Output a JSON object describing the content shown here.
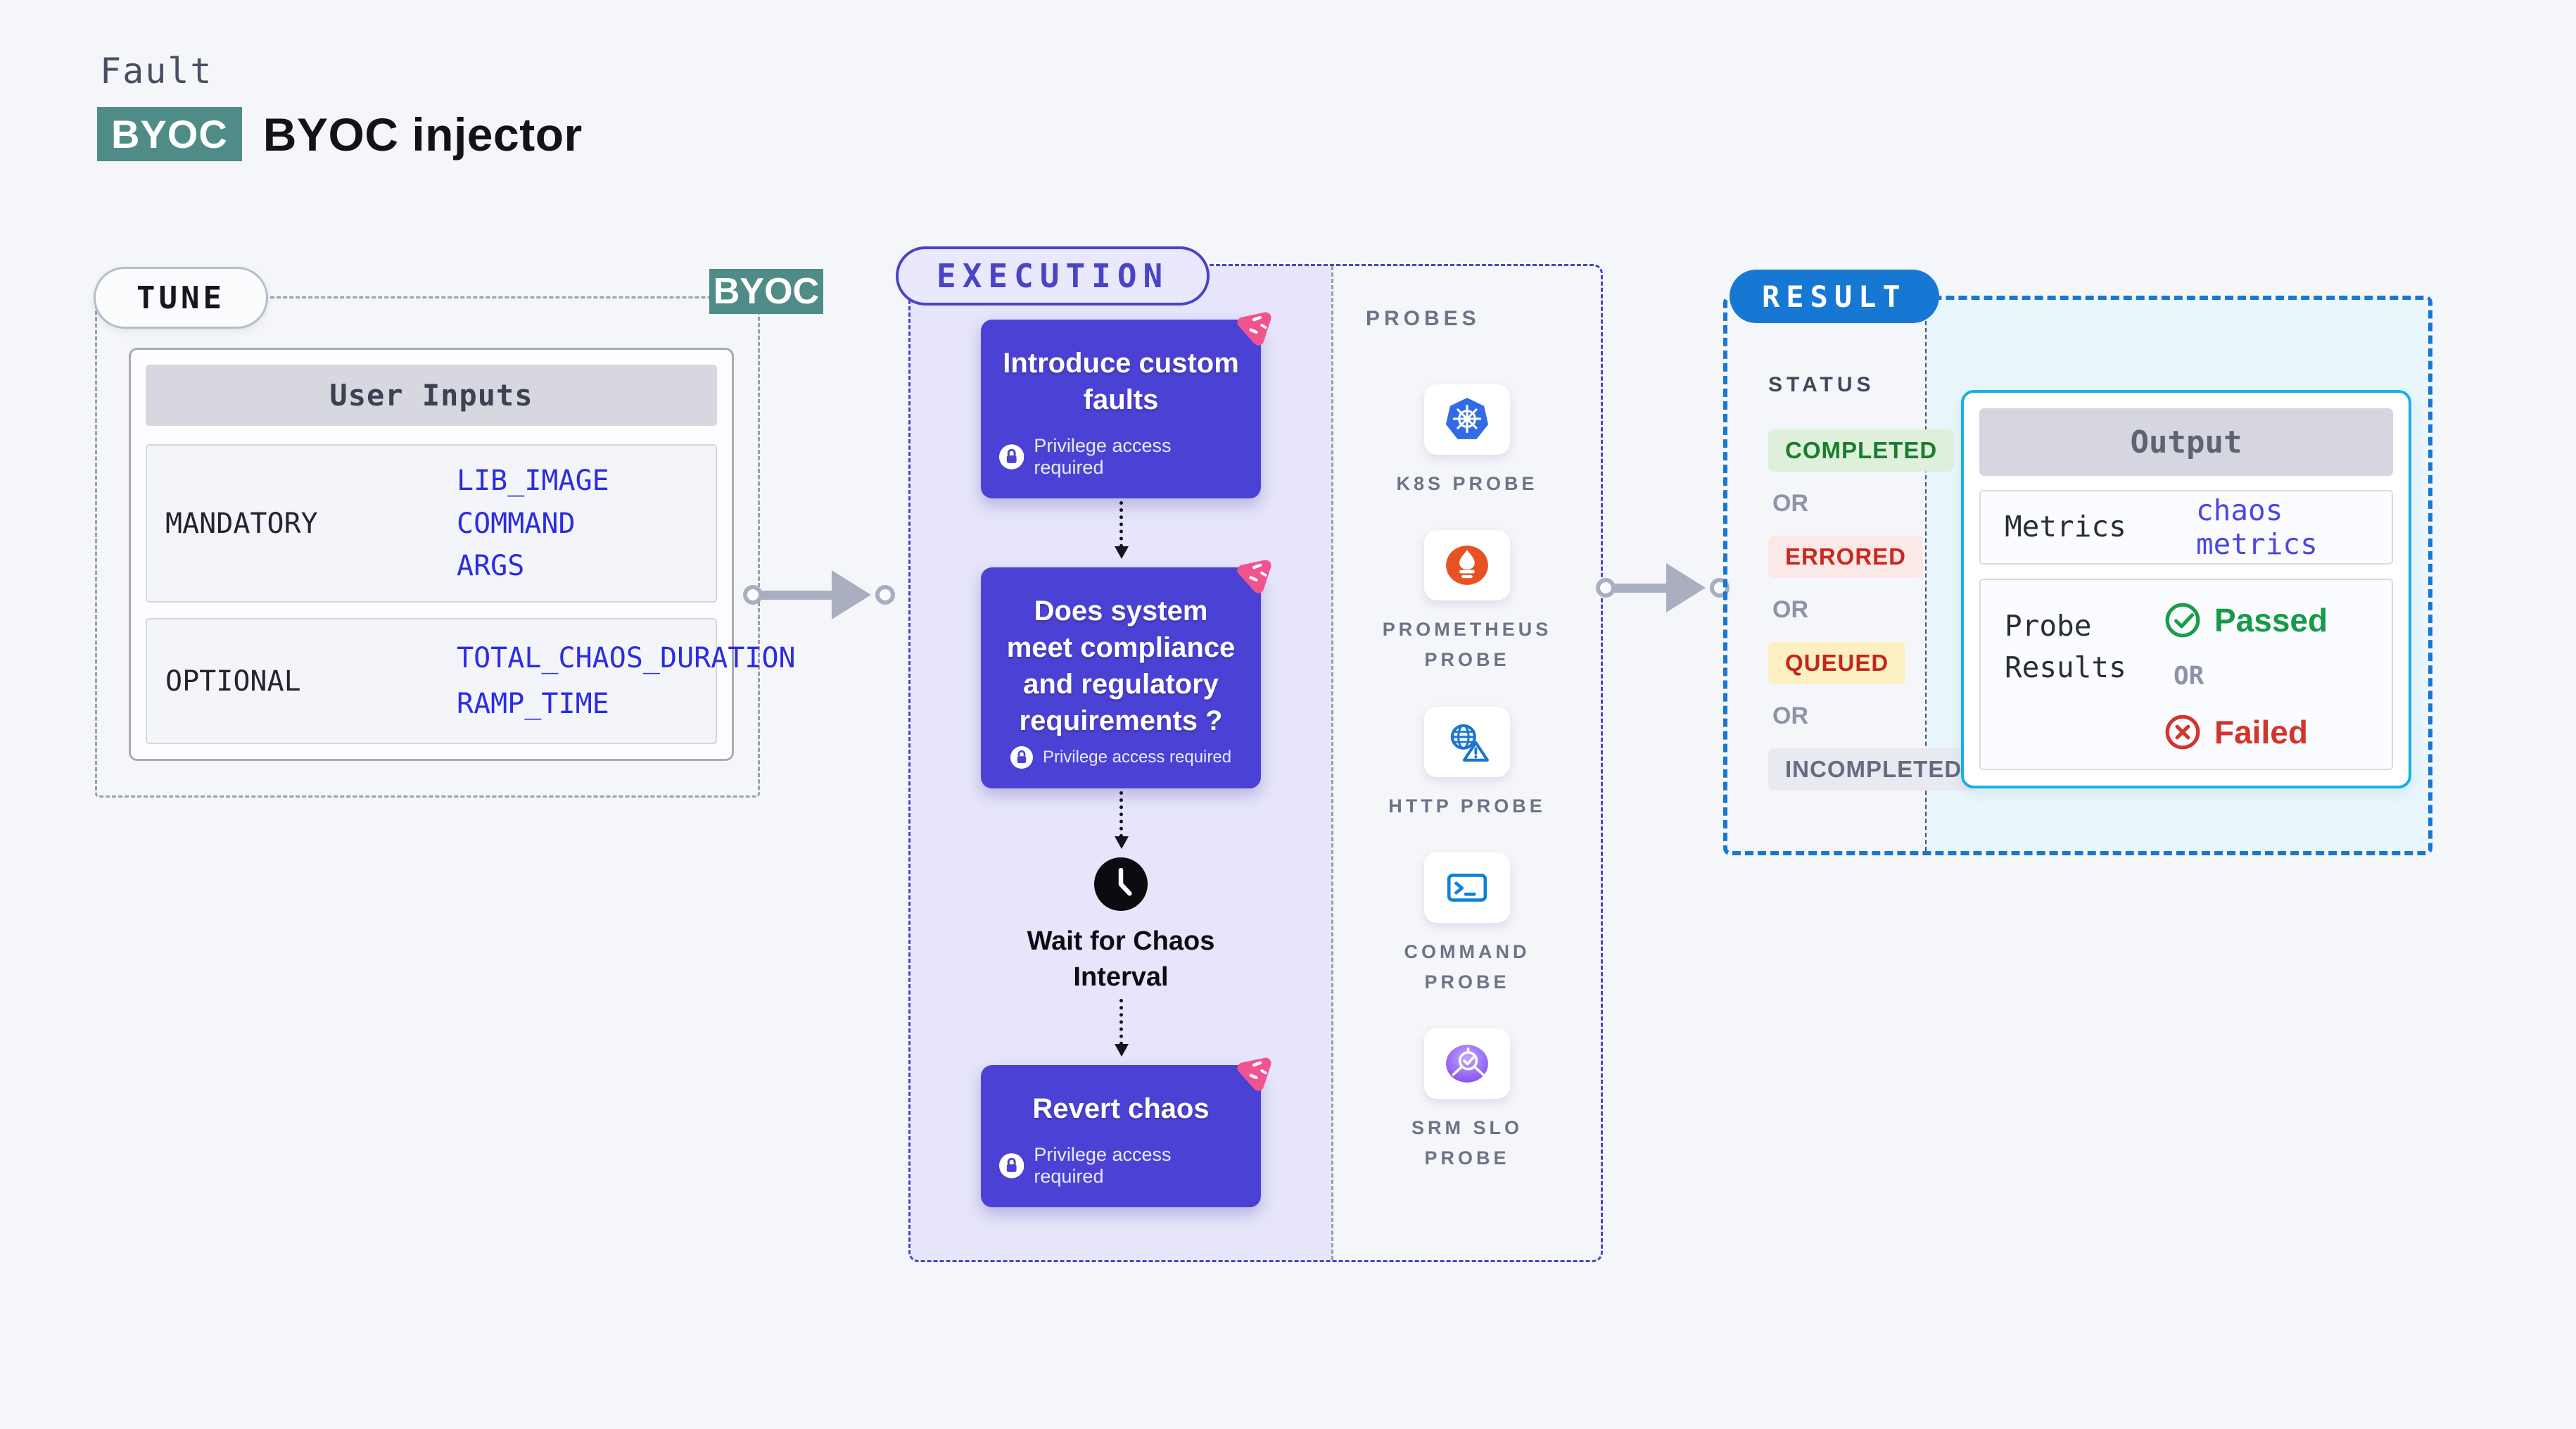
{
  "page": {
    "background": "#f5f6fa"
  },
  "header": {
    "category_label": "Fault",
    "badge": "BYOC",
    "title": "BYOC injector"
  },
  "tune": {
    "pill_label": "TUNE",
    "corner_badge": "BYOC",
    "table": {
      "title": "User Inputs",
      "rows": [
        {
          "label": "MANDATORY",
          "values": [
            "LIB_IMAGE",
            "COMMAND",
            "ARGS"
          ]
        },
        {
          "label": "OPTIONAL",
          "values": [
            "TOTAL_CHAOS_DURATION",
            "RAMP_TIME"
          ]
        }
      ]
    }
  },
  "execution": {
    "pill_label": "EXECUTION",
    "step1": {
      "title": "Introduce custom faults",
      "note": "Privilege access required"
    },
    "step2": {
      "title": "Does system meet compliance and regulatory requirements ?",
      "note": "Privilege access required"
    },
    "wait_label": "Wait for Chaos Interval",
    "step3": {
      "title": "Revert chaos",
      "note": "Privilege access required"
    }
  },
  "probes": {
    "heading": "PROBES",
    "items": [
      {
        "label": "K8S PROBE",
        "icon": "kubernetes-icon"
      },
      {
        "label": "PROMETHEUS PROBE",
        "icon": "prometheus-icon"
      },
      {
        "label": "HTTP PROBE",
        "icon": "http-globe-icon"
      },
      {
        "label": "COMMAND PROBE",
        "icon": "terminal-icon"
      },
      {
        "label": "SRM SLO PROBE",
        "icon": "srm-slo-icon"
      }
    ]
  },
  "result": {
    "pill_label": "RESULT",
    "status_heading": "STATUS",
    "or_label": "OR",
    "statuses": [
      {
        "label": "COMPLETED",
        "fg": "#1a7d2e",
        "bg": "#def0dc"
      },
      {
        "label": "ERRORED",
        "fg": "#ca2820",
        "bg": "#fbe9e8"
      },
      {
        "label": "QUEUED",
        "fg": "#c2271d",
        "bg": "#fcf0c3"
      },
      {
        "label": "INCOMPLETED",
        "fg": "#666b80",
        "bg": "#e9eaf1"
      }
    ],
    "output": {
      "title": "Output",
      "metrics_label": "Metrics",
      "metrics_value": "chaos metrics",
      "probe_results_label": "Probe Results",
      "passed_label": "Passed",
      "or_label": "OR",
      "failed_label": "Failed"
    }
  },
  "colors": {
    "accent_indigo": "#4a44c6",
    "card_indigo": "#4b42d5",
    "teal_badge": "#4f8c88",
    "pink_chaos": "#f0548e",
    "result_blue": "#1778d3",
    "output_border_cyan": "#14b0e8",
    "passed_green": "#169a47",
    "failed_red": "#d3342b",
    "metrics_value_blue": "#4b48e6",
    "k8s_blue": "#326ce5",
    "prometheus_orange": "#e75225",
    "http_blue": "#1a75d1",
    "command_blue": "#0e82d6",
    "srm_purple": "#8146f0"
  }
}
